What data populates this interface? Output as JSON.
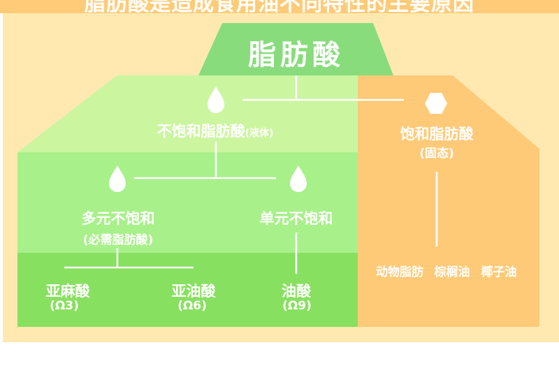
{
  "banner": {
    "title": "脂肪酸是造成食用油不同特性的主要原因"
  },
  "colors": {
    "banner": "#FFCB78",
    "background": "#FFE9B0",
    "top_green": "#88DC7C",
    "light_green": "#CCF5A0",
    "mid_green": "#A8F08A",
    "dark_green": "#88E060",
    "orange": "#FFCA78"
  },
  "root": {
    "label": "脂肪酸"
  },
  "unsaturated": {
    "label": "不饱和脂肪酸",
    "note": "(液体)",
    "icon": "drop-icon"
  },
  "polyunsaturated": {
    "label": "多元不饱和",
    "note": "(必需脂肪酸)",
    "icon": "drop-icon"
  },
  "monounsaturated": {
    "label": "单元不饱和",
    "icon": "drop-icon"
  },
  "leaves": [
    {
      "label": "亚麻酸",
      "note": "(Ω3)"
    },
    {
      "label": "亚油酸",
      "note": "(Ω6)"
    },
    {
      "label": "油酸",
      "note": "(Ω9)"
    }
  ],
  "saturated": {
    "label": "饱和脂肪酸",
    "note": "(固态)",
    "icon": "hexagon-icon",
    "examples": [
      "动物脂肪",
      "棕榈油",
      "椰子油"
    ]
  }
}
